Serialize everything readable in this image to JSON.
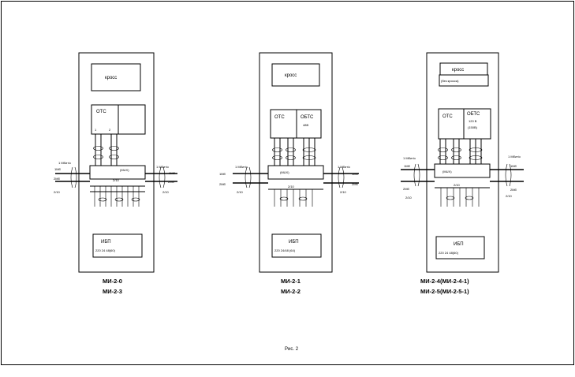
{
  "figure_caption": "Рис. 2",
  "panels": [
    {
      "kross": "кросс",
      "ots": "ОТС",
      "ibp": [
        "ИБП",
        "220 24 48(60)"
      ],
      "mux": "(MUX)",
      "in_a": "1 Мбит/с",
      "in_b": "1Мб",
      "side": "2/10",
      "out_a": "1 Мбит/с",
      "out_b": "1Мб",
      "caption": [
        "МИ-2-0",
        "МИ-2-3"
      ]
    },
    {
      "kross": "кросс",
      "ots": "ОТС",
      "obts": [
        "ОБТС",
        "48В"
      ],
      "ibp": [
        "ИБП",
        "220 24/48 (64)"
      ],
      "mux": "(MUX)",
      "in_a": "1 Мбит/с",
      "in_b": "1Мб",
      "side": "2/10",
      "out_a": "1 Мбит/с",
      "out_b": "1Мб",
      "caption": [
        "МИ-2-1",
        "МИ-2-2"
      ]
    },
    {
      "kross": "кросс",
      "kross_sub": "(без кросса)",
      "ots": "ОТС",
      "obts": [
        "ОБТС",
        "120 В",
        "(150В)"
      ],
      "ibp": [
        "ИБП",
        "220 24 48(60)"
      ],
      "mux": "(MUX)",
      "in_a": "1 Мбит/с",
      "in_b": "1Мб",
      "side": "2/10",
      "out_a": "1 Мбит/с",
      "out_b": "1Мб",
      "caption": [
        "МИ-2-4(МИ-2-4-1)",
        "МИ-2-5(МИ-2-5-1)"
      ]
    }
  ]
}
